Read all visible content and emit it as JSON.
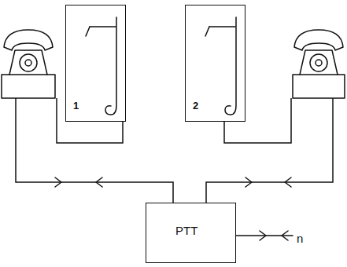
{
  "diagram": {
    "nodes": [
      {
        "text": [
          "1"
        ]
      },
      {
        "text": [
          "2"
        ]
      },
      {
        "text": [
          "PTT"
        ]
      }
    ],
    "edges": [
      {
        "from": 0,
        "to": 2,
        "arrow": "none"
      },
      {
        "from": 1,
        "to": 2,
        "arrow": "none"
      }
    ],
    "labels": [
      "n"
    ]
  }
}
